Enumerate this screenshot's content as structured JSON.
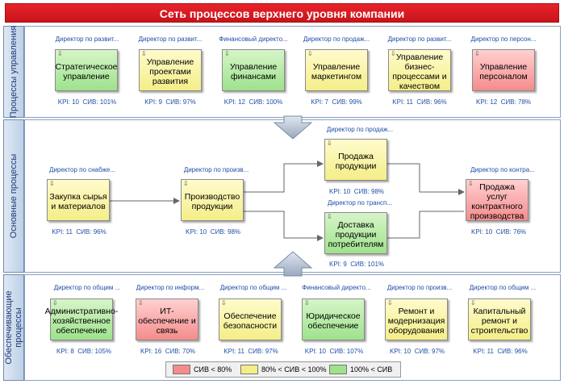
{
  "title": "Сеть процессов верхнего уровня компании",
  "lanes": [
    {
      "label": "Процессы управления"
    },
    {
      "label": "Основные процессы"
    },
    {
      "label": "Обеспечивающие процессы"
    }
  ],
  "processes": [
    {
      "owner": "Директор по развит...",
      "name": "Стратегическое управление",
      "kpi": "KPI: 10",
      "siv": "СИВ: 101%",
      "status": "green"
    },
    {
      "owner": "Директор по развит...",
      "name": "Управление проектами развития",
      "kpi": "KPI: 9",
      "siv": "СИВ: 97%",
      "status": "yellow"
    },
    {
      "owner": "Финансовый директо...",
      "name": "Управление финансами",
      "kpi": "KPI: 12",
      "siv": "СИВ: 100%",
      "status": "green"
    },
    {
      "owner": "Директор по продаж...",
      "name": "Управление маркетингом",
      "kpi": "KPI: 7",
      "siv": "СИВ: 99%",
      "status": "yellow"
    },
    {
      "owner": "Директор по развит...",
      "name": "Управление бизнес-процессами и качеством",
      "kpi": "KPI: 11",
      "siv": "СИВ: 96%",
      "status": "yellow"
    },
    {
      "owner": "Директор по персон...",
      "name": "Управление персоналом",
      "kpi": "KPI: 12",
      "siv": "СИВ: 78%",
      "status": "red"
    },
    {
      "owner": "Директор по снабже...",
      "name": "Закупка сырья и материалов",
      "kpi": "KPI: 11",
      "siv": "СИВ: 96%",
      "status": "yellow"
    },
    {
      "owner": "Директор по произв...",
      "name": "Производство продукции",
      "kpi": "KPI: 10",
      "siv": "СИВ: 98%",
      "status": "yellow"
    },
    {
      "owner": "Директор по продаж...",
      "name": "Продажа продукции",
      "kpi": "KPI: 10",
      "siv": "СИВ: 98%",
      "status": "yellow"
    },
    {
      "owner": "Директор по трансп...",
      "name": "Доставка продукции потребителям",
      "kpi": "KPI: 9",
      "siv": "СИВ: 101%",
      "status": "green"
    },
    {
      "owner": "Директор по контра...",
      "name": "Продажа услуг контрактного производства",
      "kpi": "KPI: 10",
      "siv": "СИВ: 76%",
      "status": "red"
    },
    {
      "owner": "Директор по общим ...",
      "name": "Административно-хозяйственное обеспечение",
      "kpi": "KPI: 8",
      "siv": "СИВ: 105%",
      "status": "green"
    },
    {
      "owner": "Директор по информ...",
      "name": "ИТ-обеспечение и связь",
      "kpi": "KPI: 16",
      "siv": "СИВ: 70%",
      "status": "red"
    },
    {
      "owner": "Директор по общим ...",
      "name": "Обеспечение безопасности",
      "kpi": "KPI: 11",
      "siv": "СИВ: 97%",
      "status": "yellow"
    },
    {
      "owner": "Финансовый директо...",
      "name": "Юридическое обеспечение",
      "kpi": "KPI: 10",
      "siv": "СИВ: 107%",
      "status": "green"
    },
    {
      "owner": "Директор по произв...",
      "name": "Ремонт и модернизация оборудования",
      "kpi": "KPI: 10",
      "siv": "СИВ: 97%",
      "status": "yellow"
    },
    {
      "owner": "Директор по общим ...",
      "name": "Капитальный ремонт и строительство",
      "kpi": "KPI: 11",
      "siv": "СИВ: 96%",
      "status": "yellow"
    }
  ],
  "legend": [
    {
      "label": "СИВ < 80%",
      "color": "#f48c8c"
    },
    {
      "label": "80% < СИВ < 100%",
      "color": "#f4ee88"
    },
    {
      "label": "100% < СИВ",
      "color": "#9ee28c"
    }
  ]
}
